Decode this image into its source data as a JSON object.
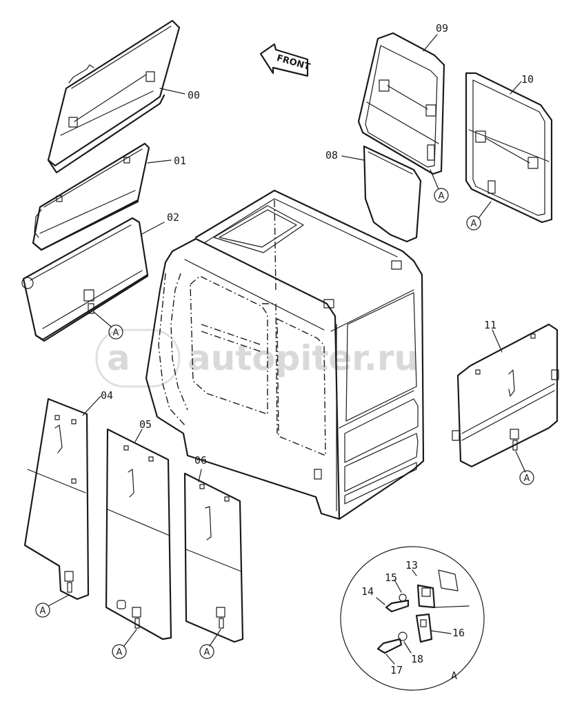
{
  "diagram": {
    "front_label": "FRONT",
    "watermark": "autopiter.ru",
    "callouts": {
      "p00": "00",
      "p01": "01",
      "p02": "02",
      "p04": "04",
      "p05": "05",
      "p06": "06",
      "p08": "08",
      "p09": "09",
      "p10": "10",
      "p11": "11",
      "p13": "13",
      "p14": "14",
      "p15": "15",
      "p16": "16",
      "p17": "17",
      "p18": "18"
    },
    "detail_ref": "A",
    "latch_ref": "A"
  }
}
